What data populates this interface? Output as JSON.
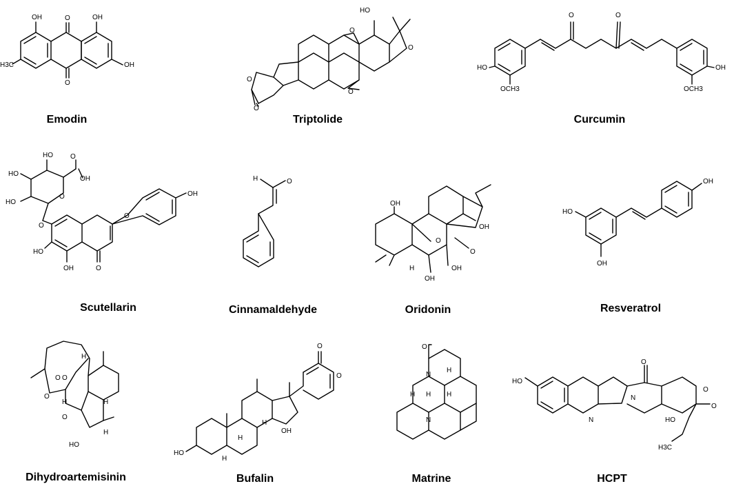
{
  "compounds": [
    {
      "name": "Emodin",
      "labels": [
        "OH",
        "OH",
        "O",
        "O",
        "OH",
        "H3C"
      ]
    },
    {
      "name": "Triptolide",
      "labels": [
        "HO",
        "O",
        "O",
        "O",
        "O",
        "O"
      ]
    },
    {
      "name": "Curcumin",
      "labels": [
        "O",
        "O",
        "HO",
        "OH",
        "OCH3",
        "OCH3"
      ]
    },
    {
      "name": "Scutellarin",
      "labels": [
        "HO",
        "HO",
        "HO",
        "OH",
        "O",
        "O",
        "O",
        "O",
        "HO",
        "OH",
        "O",
        "OH"
      ]
    },
    {
      "name": "Cinnamaldehyde",
      "labels": [
        "H",
        "O"
      ]
    },
    {
      "name": "Oridonin",
      "labels": [
        "OH",
        "O",
        "OH",
        "H",
        "OH",
        "OH",
        "O"
      ]
    },
    {
      "name": "Resveratrol",
      "labels": [
        "HO",
        "OH",
        "OH"
      ]
    },
    {
      "name": "Dihydroartemisinin",
      "labels": [
        "O",
        "O",
        "O",
        "O",
        "H",
        "H",
        "H",
        "HO",
        "H"
      ]
    },
    {
      "name": "Bufalin",
      "labels": [
        "O",
        "O",
        "HO",
        "OH",
        "H",
        "H",
        "H"
      ]
    },
    {
      "name": "Matrine",
      "labels": [
        "O",
        "N",
        "N",
        "H",
        "H",
        "H",
        "H"
      ]
    },
    {
      "name": "HCPT",
      "labels": [
        "HO",
        "N",
        "N",
        "O",
        "O",
        "O",
        "HO",
        "H3C"
      ]
    }
  ]
}
